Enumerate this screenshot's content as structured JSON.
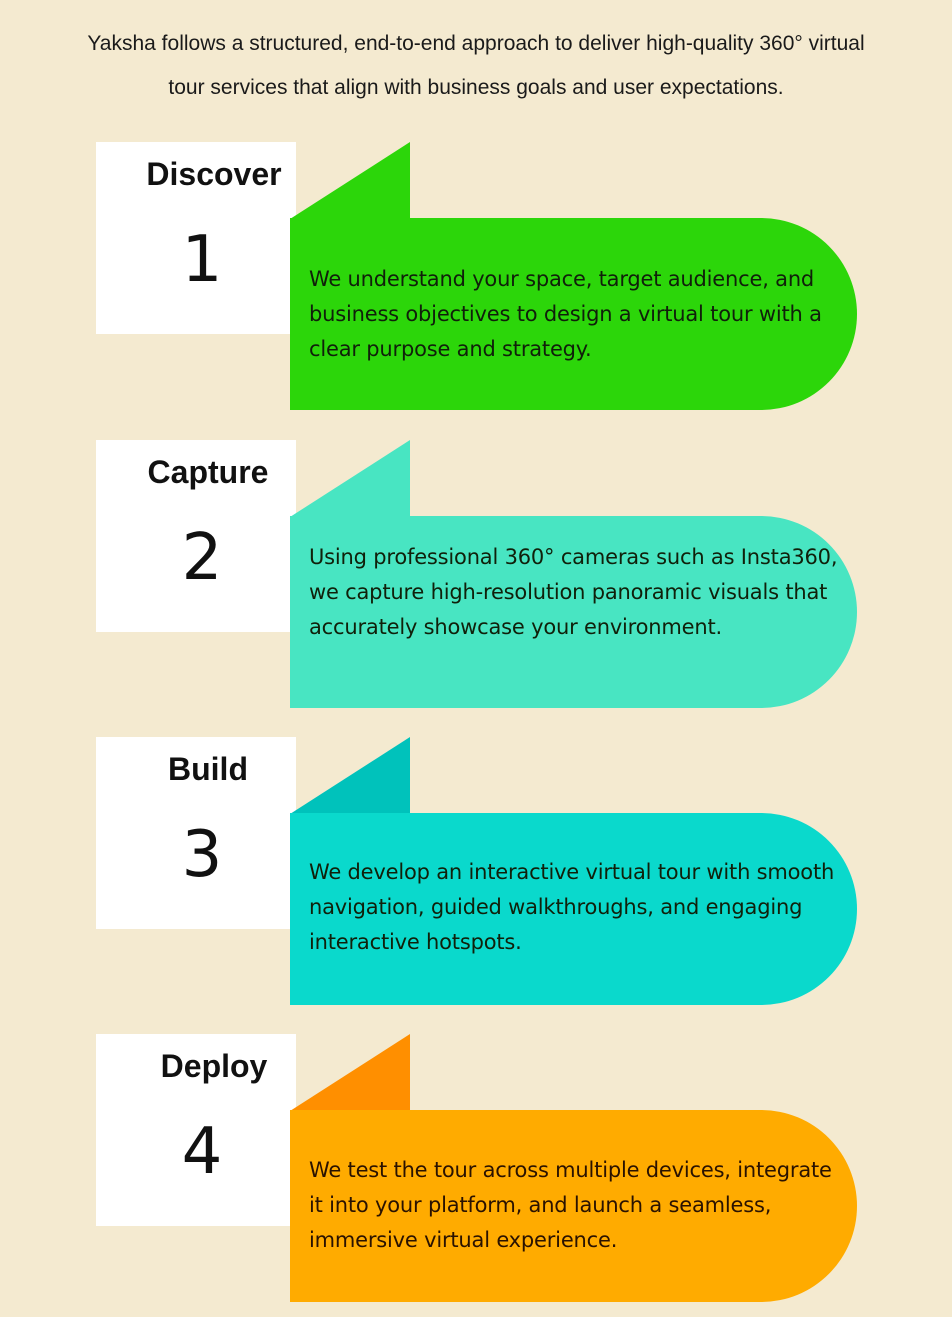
{
  "intro": {
    "line1": "Yaksha follows a structured, end-to-end approach to deliver high-quality 360° virtual",
    "line2": "tour services that align with business goals and user expectations."
  },
  "steps": [
    {
      "title": "Discover",
      "number": "1",
      "description": "We understand your space, target audience, and business objectives to design a virtual tour with a clear purpose and strategy.",
      "color": "#2cd60a",
      "fold_color": "#2cd60a"
    },
    {
      "title": "Capture",
      "number": "2",
      "description": "Using professional 360° cameras such as Insta360, we capture high-resolution panoramic visuals that accurately showcase your environment.",
      "color": "#48e5c2",
      "fold_color": "#48e5c2"
    },
    {
      "title": "Build",
      "number": "3",
      "description": "We develop an interactive virtual tour with smooth navigation, guided walkthroughs, and engaging interactive hotspots.",
      "color": "#0ad9cc",
      "fold_color": "#00c2bb"
    },
    {
      "title": "Deploy",
      "number": "4",
      "description": "We test the tour across multiple devices, integrate it into your platform, and launch a seamless, immersive virtual experience.",
      "color": "#ffab00",
      "fold_color": "#ff8f00"
    }
  ]
}
